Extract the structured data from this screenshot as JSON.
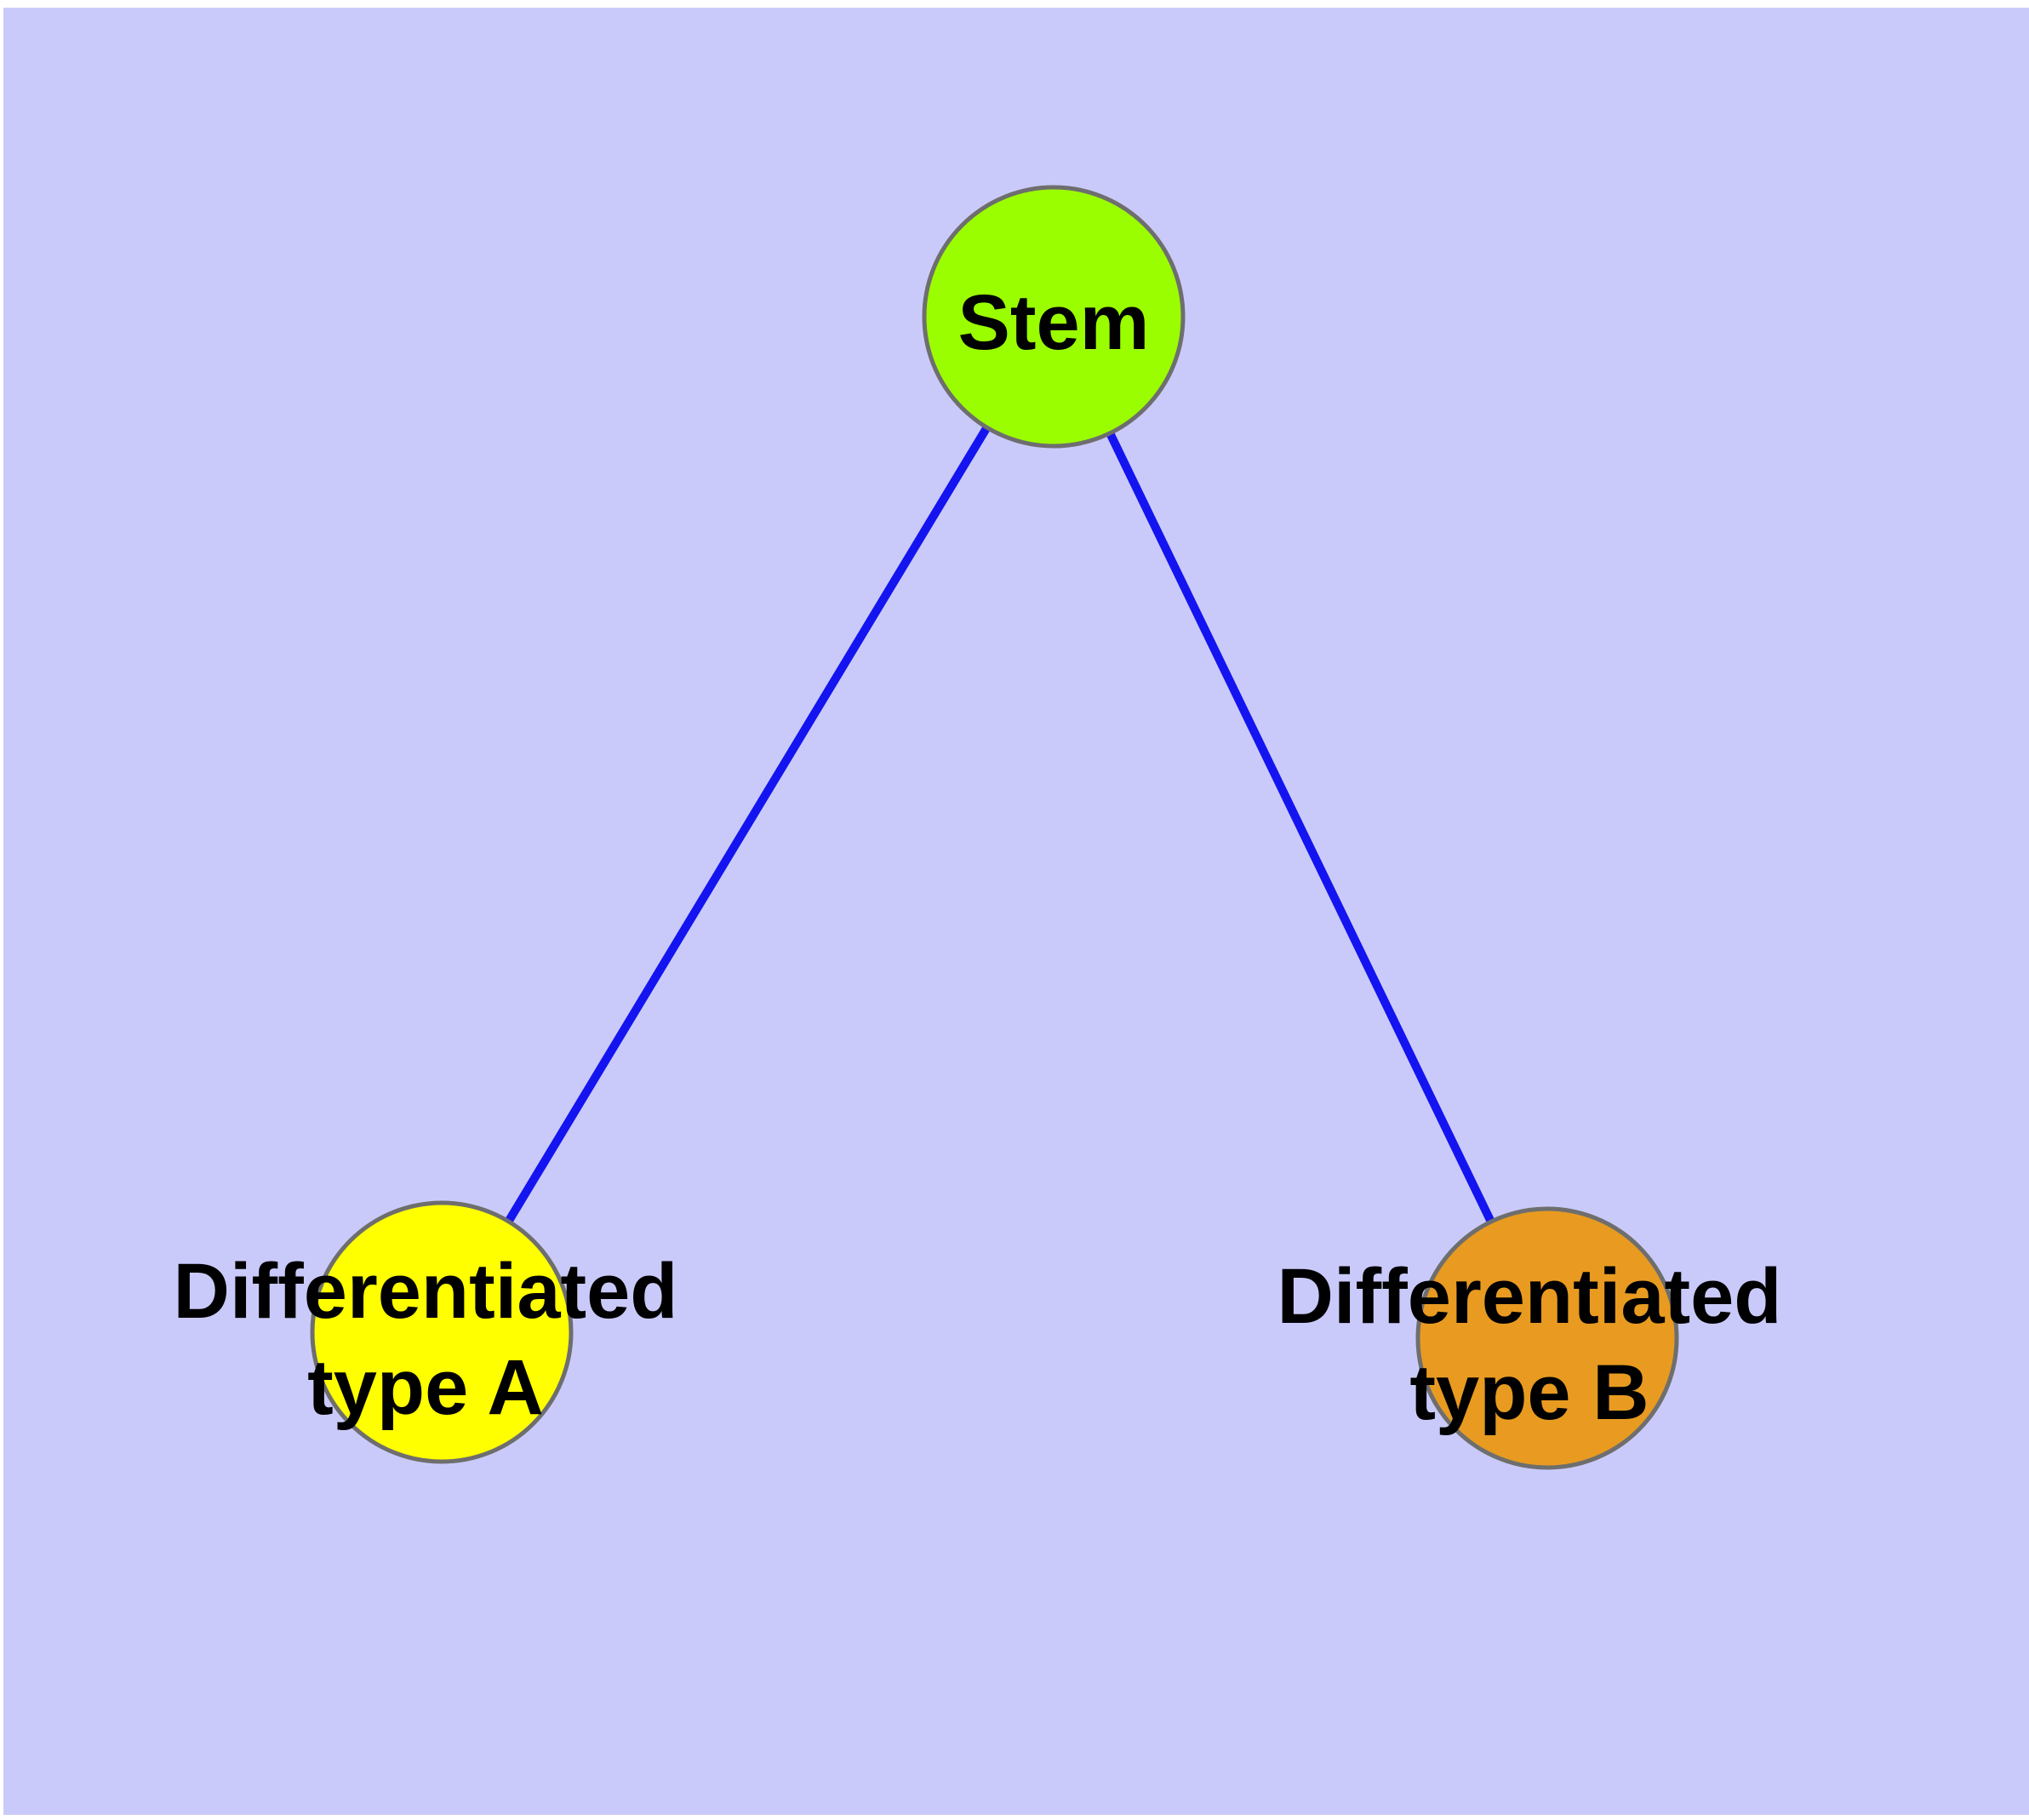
{
  "diagram": {
    "background_color": "#CACAFA",
    "page_margin_color": "#FFFFFF",
    "edge_color": "#1414F0",
    "node_border_color": "#6E6E6E",
    "label_color": "#000000",
    "nodes": [
      {
        "id": "stem",
        "label": "Stem",
        "fill": "#9BFE00"
      },
      {
        "id": "differentiated-type-a",
        "label": "Differentiated type A",
        "label_line1": "Differentiated",
        "label_line2": "type A",
        "fill": "#FFFF00"
      },
      {
        "id": "differentiated-type-b",
        "label": "Differentiated type B",
        "label_line1": "Differentiated",
        "label_line2": "type B",
        "fill": "#E89B20"
      }
    ],
    "edges": [
      {
        "from": "Stem",
        "to": "Differentiated type A"
      },
      {
        "from": "Stem",
        "to": "Differentiated type B"
      }
    ]
  }
}
